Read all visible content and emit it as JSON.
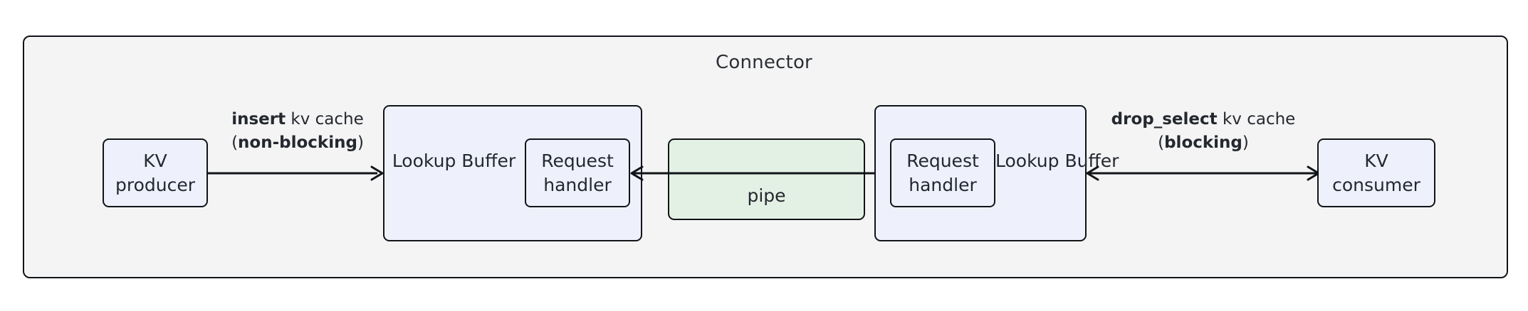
{
  "diagram": {
    "title": "Connector",
    "type": "block-diagram",
    "colors": {
      "container_fill": "#f4f4f4",
      "container_stroke": "#111418",
      "node_blue_fill": "#eef1fc",
      "node_green_fill": "#e3f1e5",
      "text": "#24282f",
      "arrow": "#111418"
    }
  },
  "nodes": {
    "kv_producer": {
      "line1": "KV",
      "line2": "producer"
    },
    "kv_consumer": {
      "line1": "KV",
      "line2": "consumer"
    },
    "lookup_buffer_left": {
      "line1": "Lookup",
      "line2": "Buffer"
    },
    "lookup_buffer_right": {
      "line1": "Lookup",
      "line2": "Buffer"
    },
    "request_handler_left": {
      "line1": "Request",
      "line2": "handler"
    },
    "request_handler_right": {
      "line1": "Request",
      "line2": "handler"
    },
    "pipe": {
      "label": "pipe"
    }
  },
  "edges": {
    "insert": {
      "line1_bold": "insert",
      "line1_rest": " kv cache",
      "line2_open": "(",
      "line2_bold": "non-blocking",
      "line2_close": ")",
      "direction": "right"
    },
    "drop_select": {
      "line1_bold": "drop_select",
      "line1_rest": " kv cache",
      "line2_open": "(",
      "line2_bold": "blocking",
      "line2_close": ")",
      "direction": "bidirectional"
    },
    "pipe_edge": {
      "direction": "bidirectional"
    }
  }
}
